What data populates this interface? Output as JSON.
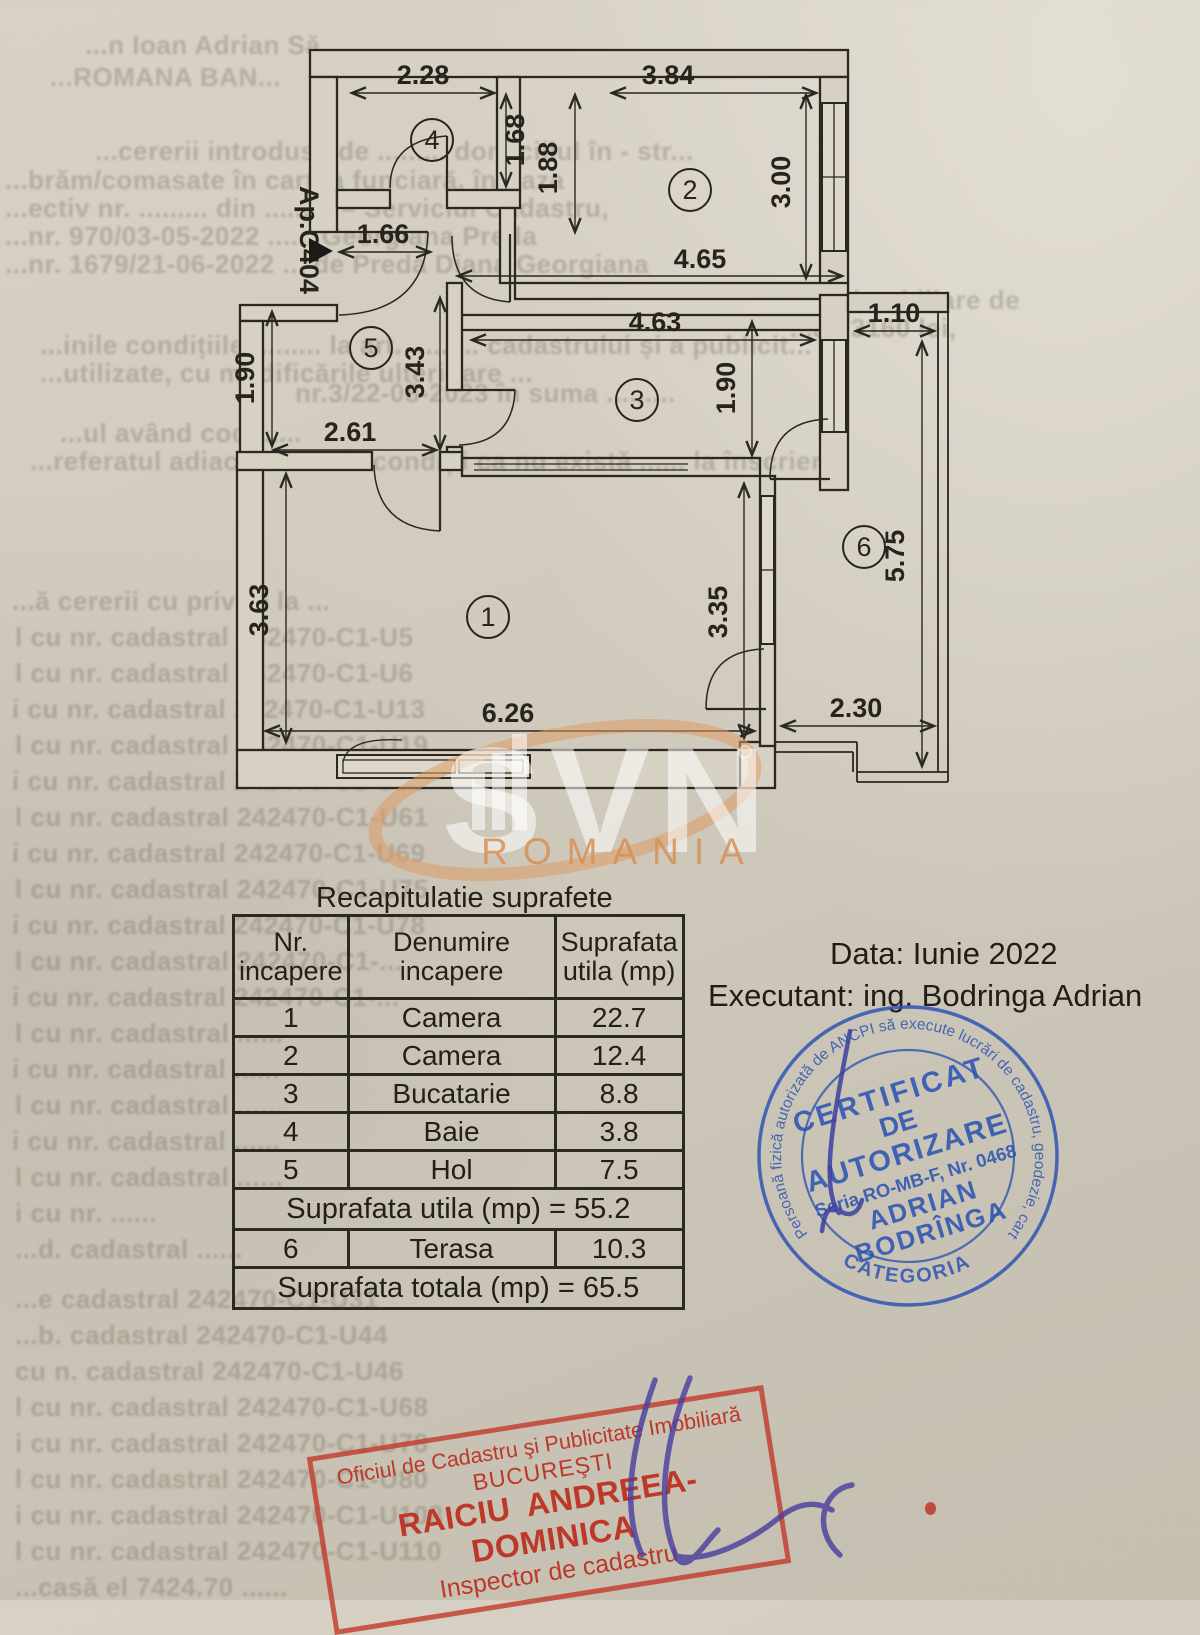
{
  "plan": {
    "apartment_label": "Ap.C404",
    "room_numbers": [
      "1",
      "2",
      "3",
      "4",
      "5",
      "6"
    ],
    "dims": {
      "bath_top": "2.28",
      "bath_right": "1.68",
      "room2_left": "1.88",
      "room2_top": "3.84",
      "room2_right": "3.00",
      "entry_width": "1.66",
      "room2_bottom": "4.65",
      "hall_right": "3.43",
      "kitchen_top": "4.63",
      "terrace_top": "1.10",
      "hall_left": "1.90",
      "hall_bottom": "2.61",
      "kitchen_right": "1.90",
      "terrace_right": "5.75",
      "room1_left": "3.63",
      "room1_right": "3.35",
      "room1_bottom": "6.26",
      "terrace_bottom": "2.30"
    }
  },
  "watermark": {
    "brand": "SVN",
    "region": "ROMANIA",
    "orange": "#d89055"
  },
  "table": {
    "title": "Recapitulatie suprafete",
    "headers": {
      "col1": "Nr. incapere",
      "col2": "Denumire incapere",
      "col3": "Suprafata utila (mp)"
    },
    "rows": [
      [
        "1",
        "Camera",
        "22.7"
      ],
      [
        "2",
        "Camera",
        "12.4"
      ],
      [
        "3",
        "Bucatarie",
        "8.8"
      ],
      [
        "4",
        "Baie",
        "3.8"
      ],
      [
        "5",
        "Hol",
        "7.5"
      ]
    ],
    "subtotal": "Suprafata utila (mp) = 55.2",
    "terrace_row": [
      "6",
      "Terasa",
      "10.3"
    ],
    "total": "Suprafata totala (mp) = 65.5"
  },
  "signing": {
    "date": "Data: Iunie 2022",
    "executant": "Executant: ing. Bodringa  Adrian"
  },
  "blue_stamp": {
    "ring_text": "Persoană fizică autorizată de ANCPI să execute lucrări de cadastru, geodezie, cartografie.",
    "ring_bottom": "CATEGORIA B",
    "line1": "CERTIFICAT",
    "line2": "DE",
    "line3": "AUTORIZARE",
    "line4": "Seria RO-MB-F, Nr. 0468",
    "line5": "ADRIAN",
    "line6": "BODRÎNGA",
    "color": "#2e55b2"
  },
  "red_stamp": {
    "line1": "Oficiul de Cadastru şi Publicitate Imobiliară",
    "line2": "BUCUREŞTI",
    "line3": "RAICIU ANDREEA-DOMINICA",
    "line4": "Inspector de cadastru",
    "color": "#c2362a"
  },
  "bleed": {
    "lines": [
      "...n Ioan Adrian Să...",
      "...ROMANA BAN...",
      "...cererii introduse de .........  domiciliul în - str...",
      "...brăm/comasate în cartea funciară, în baza",
      "...ectiv nr. .........  din .........  – Serviciul Cadastru,",
      "...nr. 970/03-05-2022 ......  Georgiana Preda",
      "...nr. 1679/21-06-2022 ... de Preda Diana Georgiana",
      "...imobiliare de",
      "...a 13160 lei,",
      "...inile condițiile ......... la art. ......... cadastrului și a publicit...",
      "...utilizate, cu modificările ulterioare ...",
      "nr.3/22-08-2023 în suma .........",
      "...ul având cod ......",
      "...referatul adiacent ...... în condiții ca nu există ...... la înscriere",
      "...ă cererii cu privire la ...",
      "l cu nr. cadastral 242470-C1-U5",
      "l cu nr. cadastral 242470-C1-U6",
      "i cu nr. cadastral 242470-C1-U13",
      "l cu nr. cadastral 242470-C1-U19",
      "i cu nr. cadastral 242470-C1-U55",
      "l cu nr. cadastral 242470-C1-U61",
      "i cu nr. cadastral 242470-C1-U69",
      "l cu nr. cadastral 242470-C1-U75",
      "i cu nr. cadastral 242470-C1-U78",
      "l cu nr. cadastral 242470-C1-...",
      "i cu nr. cadastral 242470-C1-...",
      "l cu nr. cadastral ......",
      "i cu nr. cadastral ......",
      "l cu nr. cadastral ......",
      "i cu nr. cadastral ......",
      "l cu nr. cadastral ......",
      "i cu nr. ......",
      "...d. cadastral ......",
      "...e cadastral 242470-C1-U31",
      "...b. cadastral 242470-C1-U44",
      "cu n. cadastral 242470-C1-U46",
      "l cu nr. cadastral 242470-C1-U68",
      "i cu nr. cadastral 242470-C1-U78",
      "l cu nr. cadastral 242470-C1-U80",
      "i cu nr. cadastral 242470-C1-U108",
      "l cu nr. cadastral 242470-C1-U110",
      "...casă el 7424.70 ......"
    ]
  }
}
